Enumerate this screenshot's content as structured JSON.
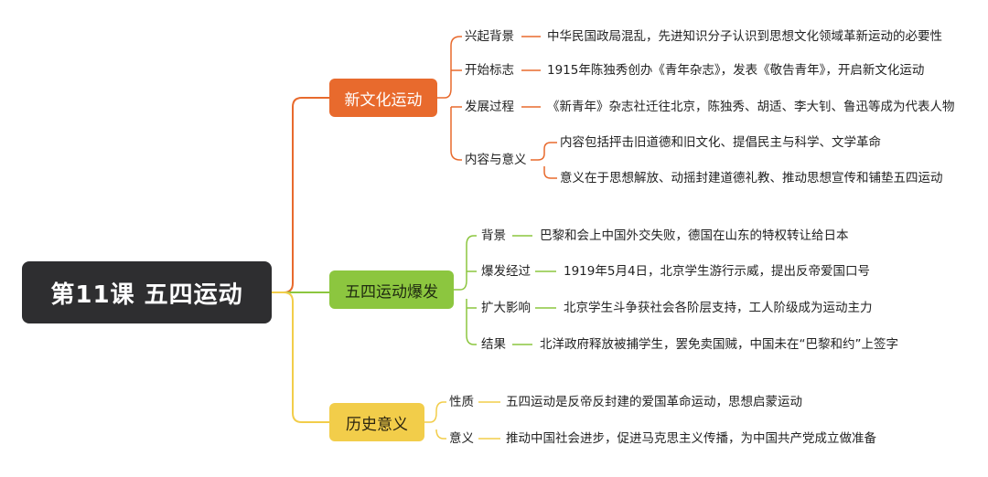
{
  "root": {
    "label": "第11课 五四运动"
  },
  "branches": [
    {
      "label": "新文化运动",
      "color": "#e86a2d",
      "items": [
        {
          "label": "兴起背景",
          "text": "中华民国政局混乱，先进知识分子认识到思想文化领域革新运动的必要性"
        },
        {
          "label": "开始标志",
          "text": "1915年陈独秀创办《青年杂志》，发表《敬告青年》，开启新文化运动"
        },
        {
          "label": "发展过程",
          "text": "《新青年》杂志社迁往北京，陈独秀、胡适、李大钊、鲁迅等成为代表人物"
        },
        {
          "label": "内容与意义",
          "children": [
            "内容包括抨击旧道德和旧文化、提倡民主与科学、文学革命",
            "意义在于思想解放、动摇封建道德礼教、推动思想宣传和铺垫五四运动"
          ]
        }
      ]
    },
    {
      "label": "五四运动爆发",
      "color": "#8cc63f",
      "items": [
        {
          "label": "背景",
          "text": "巴黎和会上中国外交失败，德国在山东的特权转让给日本"
        },
        {
          "label": "爆发经过",
          "text": "1919年5月4日，北京学生游行示威，提出反帝爱国口号"
        },
        {
          "label": "扩大影响",
          "text": "北京学生斗争获社会各阶层支持，工人阶级成为运动主力"
        },
        {
          "label": "结果",
          "text": "北洋政府释放被捕学生，罢免卖国贼，中国未在“巴黎和约”上签字"
        }
      ]
    },
    {
      "label": "历史意义",
      "color": "#f2cd4a",
      "items": [
        {
          "label": "性质",
          "text": "五四运动是反帝反封建的爱国革命运动，思想启蒙运动"
        },
        {
          "label": "意义",
          "text": "推动中国社会进步，促进马克思主义传播，为中国共产党成立做准备"
        }
      ]
    }
  ]
}
